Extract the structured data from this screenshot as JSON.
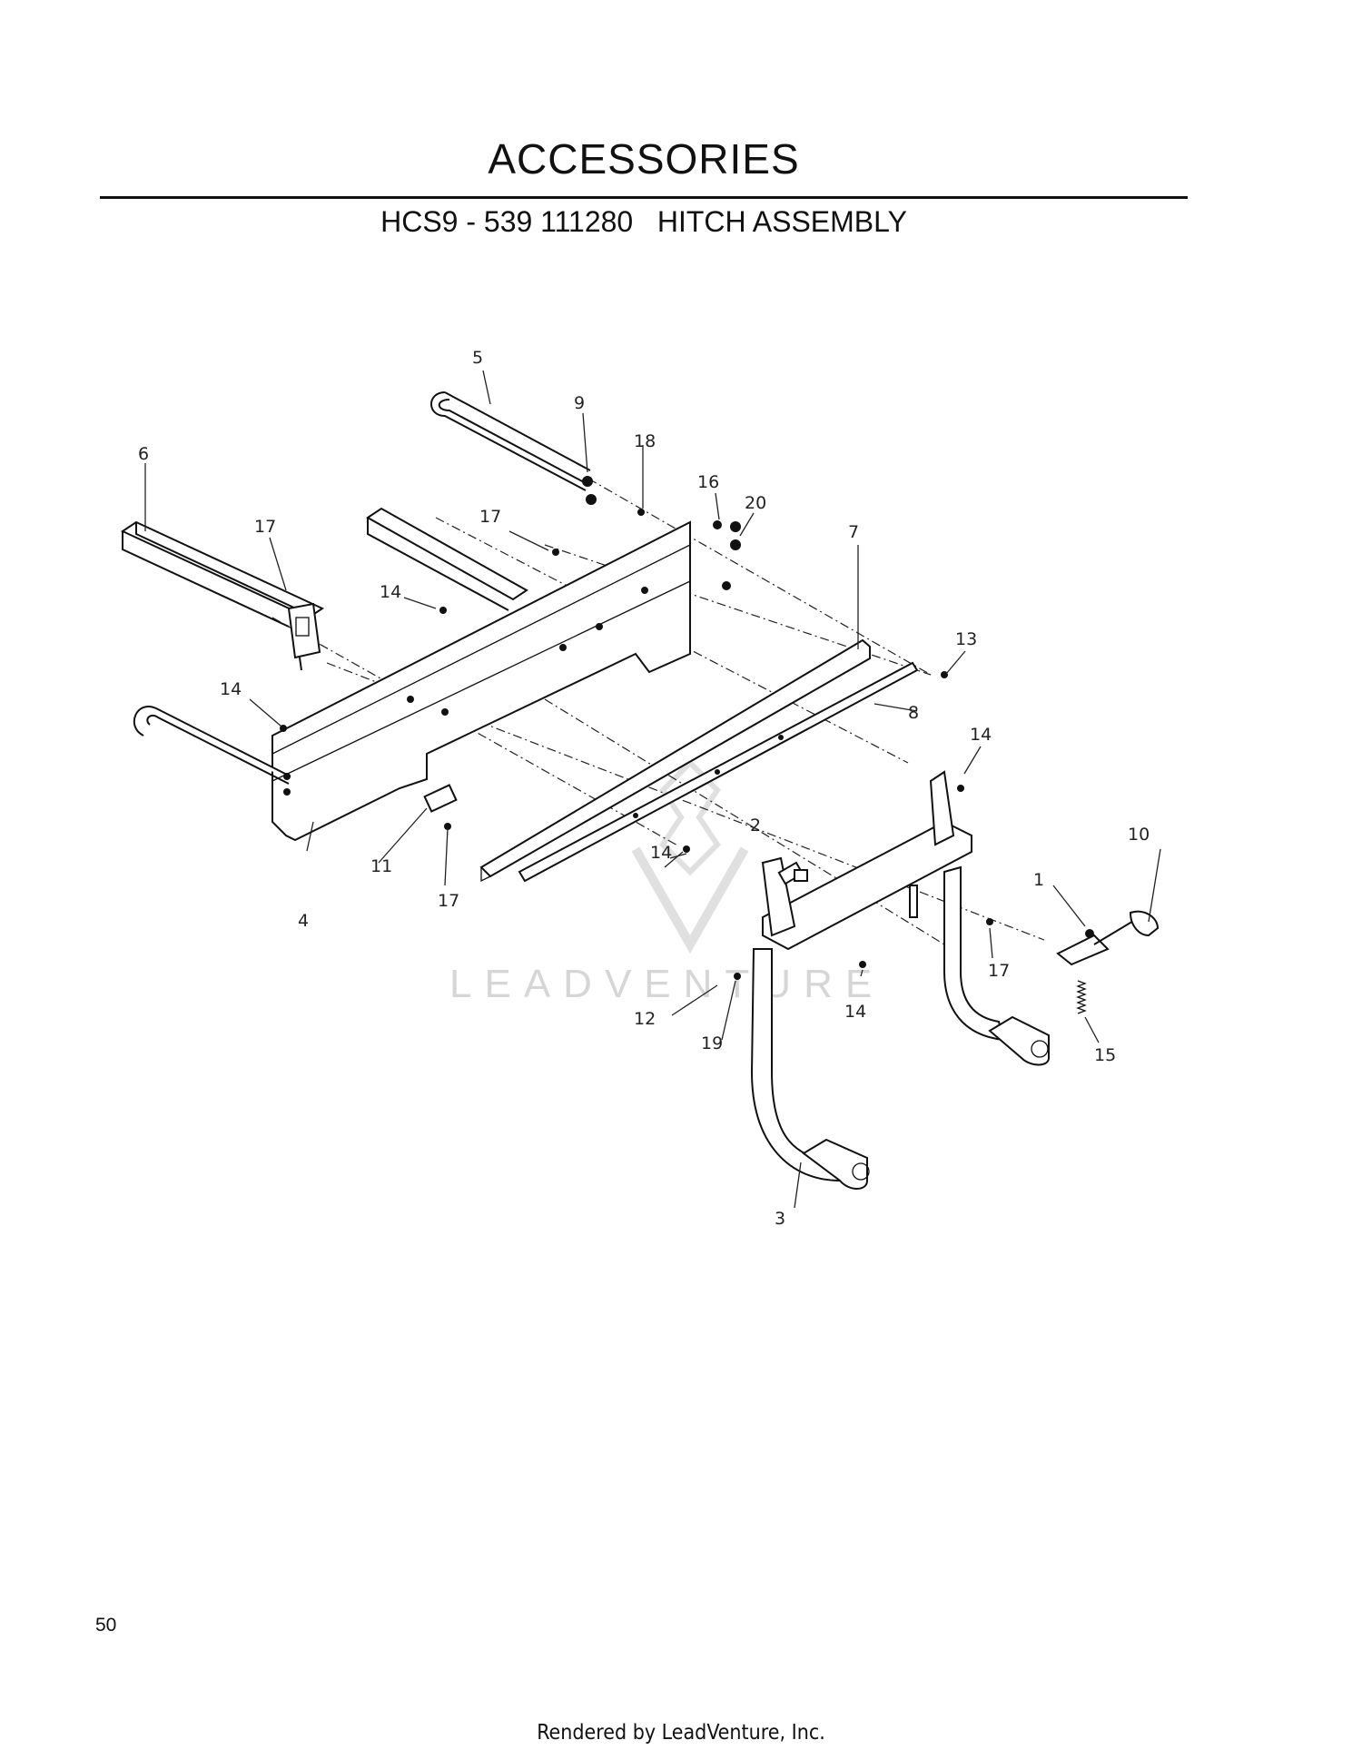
{
  "header": {
    "title": "ACCESSORIES",
    "subtitle": "HCS9 - 539 111280   HITCH ASSEMBLY"
  },
  "diagram": {
    "callouts": [
      "1",
      "2",
      "3",
      "4",
      "5",
      "6",
      "7",
      "8",
      "9",
      "10",
      "11",
      "12",
      "13",
      "14",
      "15",
      "16",
      "17",
      "18",
      "19",
      "20"
    ],
    "watermark": "LEADVENTURE"
  },
  "footer": {
    "page_number": "50",
    "rendered_by": "Rendered by LeadVenture, Inc."
  }
}
